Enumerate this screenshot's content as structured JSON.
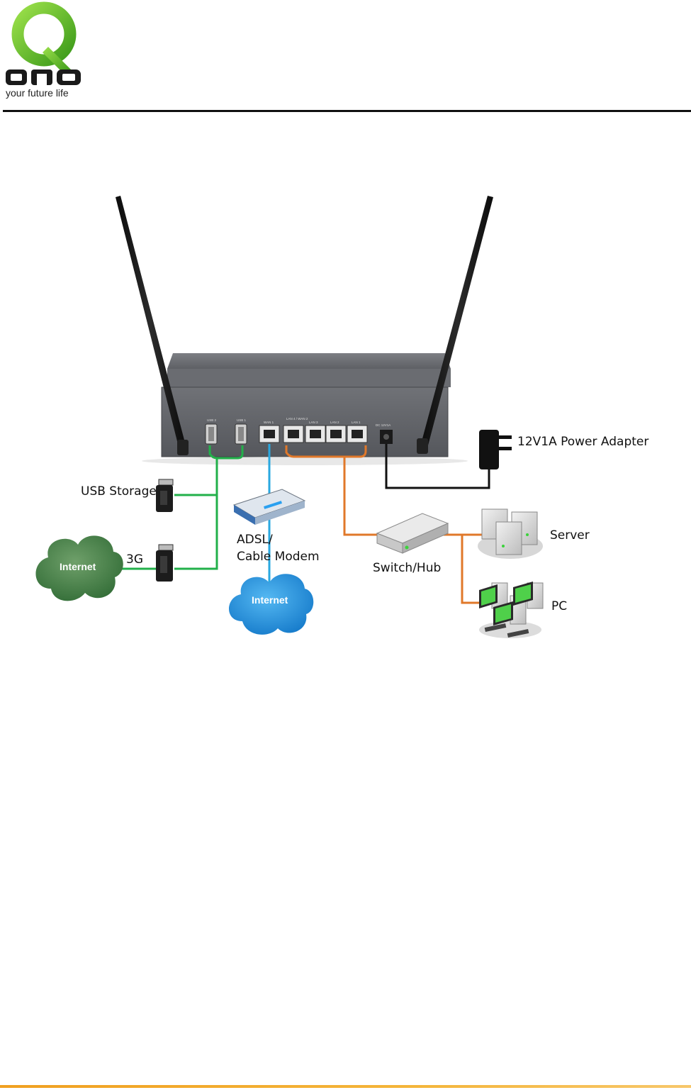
{
  "header": {
    "logo_tagline": "your future life",
    "logo_wordmark": "QNO"
  },
  "diagram": {
    "labels": {
      "usb_storage": "USB Storage",
      "threeg": "3G",
      "modem_line1": "ADSL/",
      "modem_line2": "Cable Modem",
      "switch_hub": "Switch/Hub",
      "power_adapter": "12V1A Power Adapter",
      "server": "Server",
      "pc": "PC",
      "internet_green": "Internet",
      "internet_blue": "Internet"
    },
    "port_labels": {
      "usb2": "USB 2",
      "usb1": "USB 1",
      "wan1": "WAN 1",
      "lan4_wan2": "LAN 4 / WAN 2",
      "lan3": "LAN 3",
      "lan2": "LAN 2",
      "lan1": "LAN 1",
      "dc": "DC 12V1A"
    },
    "colors": {
      "usb_line": "#22b04a",
      "wan_line": "#29a8e0",
      "lan_line": "#e0782a",
      "power_line": "#111111"
    }
  }
}
